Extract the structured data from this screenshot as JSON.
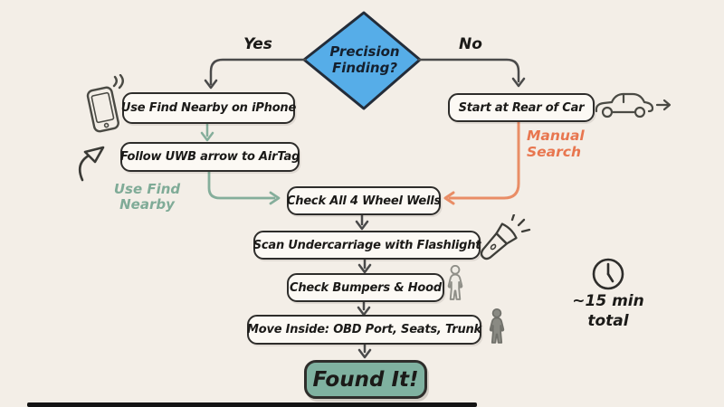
{
  "colors": {
    "background": "#f3eee7",
    "node_fill": "#fcf9f4",
    "node_border": "#2e2d2b",
    "decision_fill": "#56ade8",
    "success_fill": "#7fb1a0",
    "yes_path_green": "#85ae9b",
    "no_path_orange": "#e98d66",
    "arrow_dark": "#4a4a4a",
    "annotation_green": "#7fab97",
    "annotation_orange": "#e8764f",
    "ink": "#1b1a18"
  },
  "decision": {
    "label": "Precision Finding?",
    "yes_label": "Yes",
    "no_label": "No"
  },
  "yes_branch": {
    "steps": [
      "Use Find Nearby on iPhone",
      "Follow UWB arrow to AirTag"
    ],
    "annotation": "Use Find Nearby"
  },
  "no_branch": {
    "steps": [
      "Start at Rear of Car"
    ],
    "annotation": "Manual Search"
  },
  "main_flow": {
    "steps": [
      "Check All 4 Wheel Wells",
      "Scan Undercarriage with Flashlight",
      "Check Bumpers & Hood",
      "Move Inside: OBD Port, Seats, Trunk"
    ],
    "terminal": "Found It!"
  },
  "time_note": {
    "text": "~15 min total"
  },
  "icons": {
    "phone": "iphone-with-signal-waves",
    "sketch_arrow": "hand-drawn-curved-arrow",
    "car": "car-side-view-with-arrow",
    "flashlight": "flashlight-with-rays",
    "person_outline": "person-standing-outline",
    "person_filled": "person-standing-filled",
    "clock": "clock-face"
  }
}
